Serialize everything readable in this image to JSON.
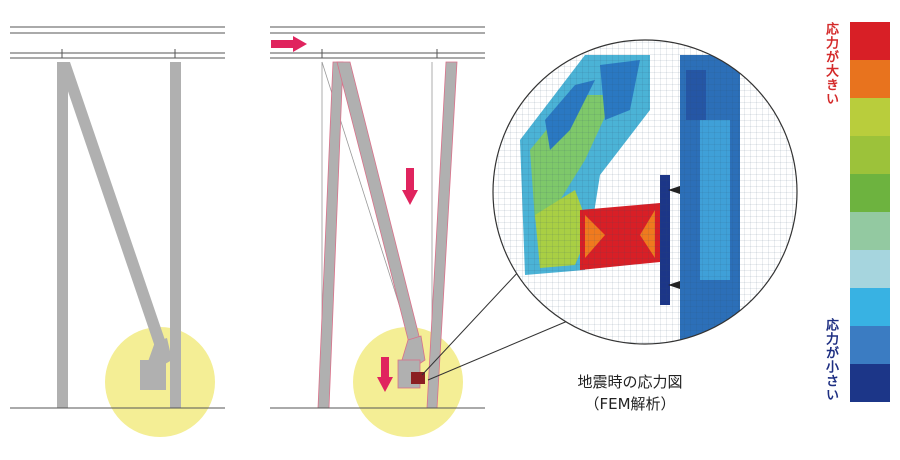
{
  "caption": {
    "line1": "地震時の応力図",
    "line2": "（FEM解析）"
  },
  "legend": {
    "high_label": "応力が大きい",
    "low_label": "応力が小さい",
    "high_color": "#d42a2a",
    "low_color": "#1e2f82",
    "scale_colors": [
      "#d81f26",
      "#e8731e",
      "#b9cd3c",
      "#9cc23a",
      "#6db33f",
      "#93c9a1",
      "#a6d5de",
      "#38b2e3",
      "#3b7cc2",
      "#1c3688"
    ]
  },
  "colors": {
    "member_gray": "#b0b0b0",
    "highlight": "#f3ec8a",
    "arrow": "#e0245e"
  }
}
